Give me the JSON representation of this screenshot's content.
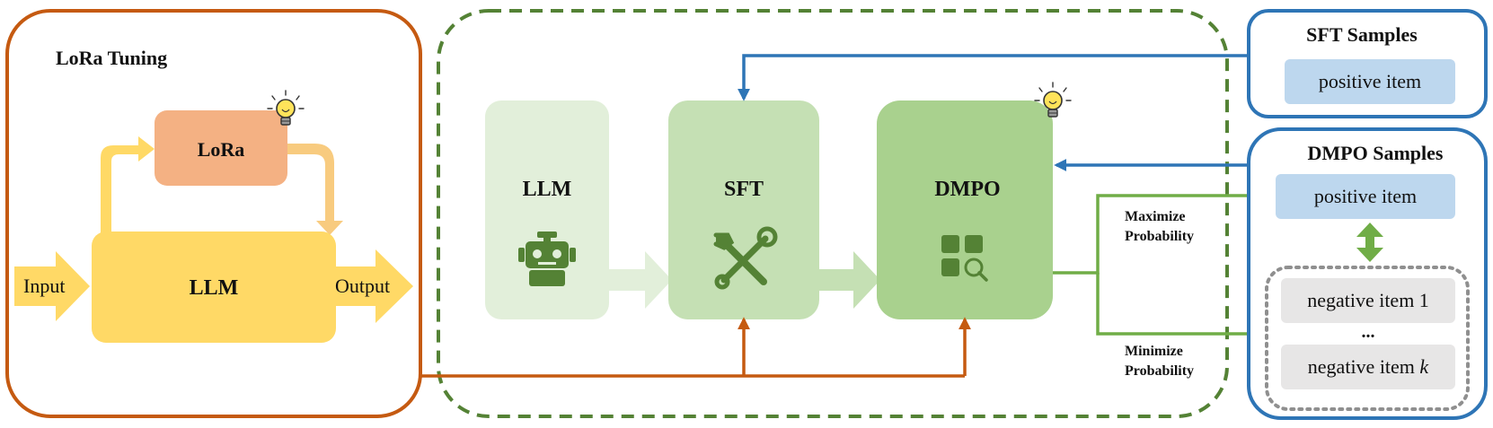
{
  "lora_panel": {
    "title": "LoRa Tuning",
    "lora_label": "LoRa",
    "llm_label": "LLM",
    "input_label": "Input",
    "output_label": "Output"
  },
  "pipeline": {
    "llm_label": "LLM",
    "sft_label": "SFT",
    "dmpo_label": "DMPO"
  },
  "arrow_labels": {
    "maximize_1": "Maximize",
    "maximize_2": "Probability",
    "minimize_1": "Minimize",
    "minimize_2": "Probability"
  },
  "sft_samples": {
    "title": "SFT Samples",
    "positive": "positive item"
  },
  "dmpo_samples": {
    "title": "DMPO Samples",
    "positive": "positive item",
    "negative_1": "negative item 1",
    "ellipsis": "...",
    "negative_k_prefix": "negative item ",
    "negative_k_var": "k"
  },
  "icons": [
    "lightbulb-icon",
    "robot-icon",
    "tools-icon",
    "grid-search-icon"
  ],
  "colors": {
    "orange": "#c55a11",
    "green_dash": "#548235",
    "blue": "#2e75b6",
    "green_arrow": "#70ad47",
    "lora_fill": "#f4b183",
    "llm_fill": "#ffd966",
    "pale_green": "#e2efda",
    "mid_green": "#c5e0b4",
    "deep_green": "#a9d18e",
    "sample_blue": "#bdd7ee",
    "negative_gray": "#e7e6e6"
  }
}
